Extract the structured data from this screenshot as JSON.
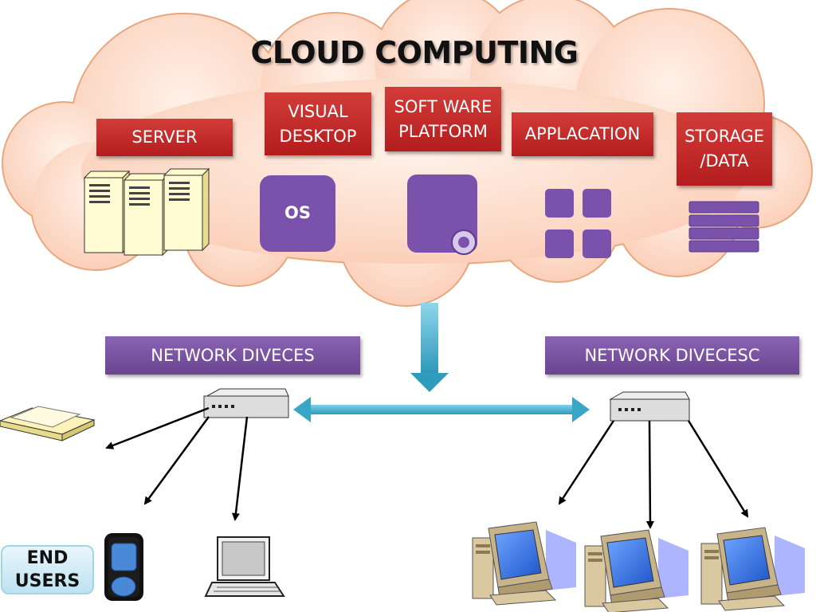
{
  "diagram": {
    "title": "CLOUD COMPUTING",
    "cloud_services": [
      {
        "label": "SERVER"
      },
      {
        "label": "VISUAL\nDESKTOP",
        "icon_text": "OS"
      },
      {
        "label": "SOFT WARE\nPLATFORM"
      },
      {
        "label": "APPLACATION"
      },
      {
        "label": "STORAGE\n/DATA"
      }
    ],
    "network_left": {
      "label": "NETWORK DIVECES"
    },
    "network_right": {
      "label": "NETWORK DIVECESC"
    },
    "end_users": {
      "label": "END\nUSERS"
    }
  },
  "colors": {
    "cloud_fill": "#fcd5c2",
    "cloud_stroke": "#e7a77f",
    "red_label": "#c0302c",
    "purple_label": "#7a54a0",
    "teal_arrow": "#3aa6c6",
    "icon_purple": "#7b52ab"
  }
}
